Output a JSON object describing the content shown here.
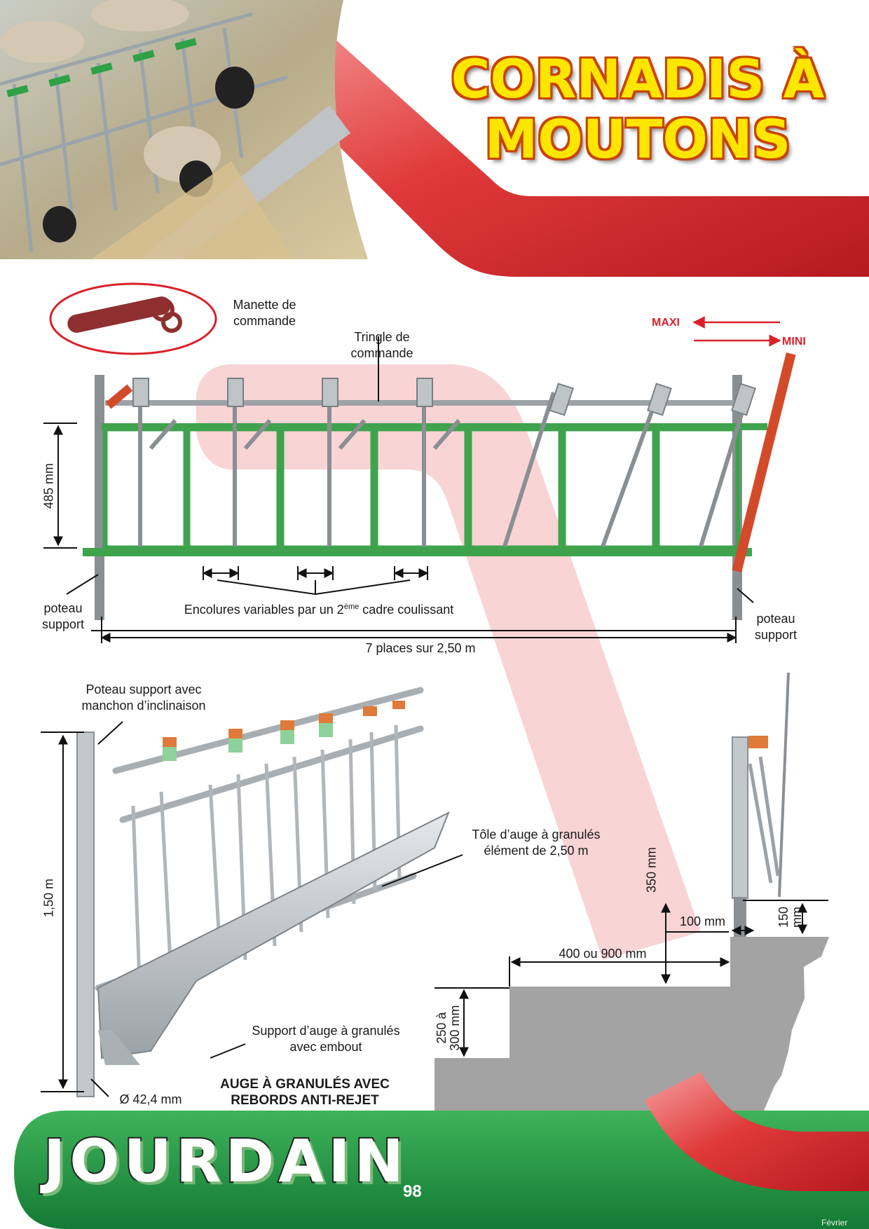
{
  "title": {
    "line1": "CORNADIS À",
    "line2": "MOUTONS"
  },
  "labels": {
    "control_handle": "Manette de\ncommande",
    "control_rod": "Tringle de\ncommande",
    "maxi": "MAXI",
    "mini": "MINI",
    "height_485": "485 mm",
    "post_left": "poteau\nsupport",
    "post_right": "poteau\nsupport",
    "neck_prefix": "Encolures variables par un 2",
    "neck_sup": "ème",
    "neck_suffix": " cadre coulissant",
    "places": "7 places sur 2,50 m",
    "support_post_sleeve": "Poteau support avec\nmanchon d’inclinaison",
    "height_150": "1,50 m",
    "trough_sheet": "Tôle d’auge à granulés\nélément de 2,50 m",
    "trough_support": "Support d’auge à granulés\navec embout",
    "diameter": "Ø 42,4 mm",
    "trough_caption": "AUGE À GRANULÉS AVEC\nREBORDS ANTI-REJET",
    "dim_350": "350 mm",
    "dim_100": "100 mm",
    "dim_150": "150\nmm",
    "dim_400_900": "400 ou 900 mm",
    "dim_250_300": "250 à\n300 mm"
  },
  "footer": {
    "brand": "JOURDAIN",
    "page_number": "98",
    "month": "Février"
  },
  "colors": {
    "title_fill": "#ffe600",
    "title_outline": "#c94300",
    "swoosh_red": "#d9262d",
    "frame_green": "#3fa34d",
    "footer_green": "#1f8a3f",
    "concrete": "#a3a3a3",
    "accent_red": "#d9212a"
  }
}
